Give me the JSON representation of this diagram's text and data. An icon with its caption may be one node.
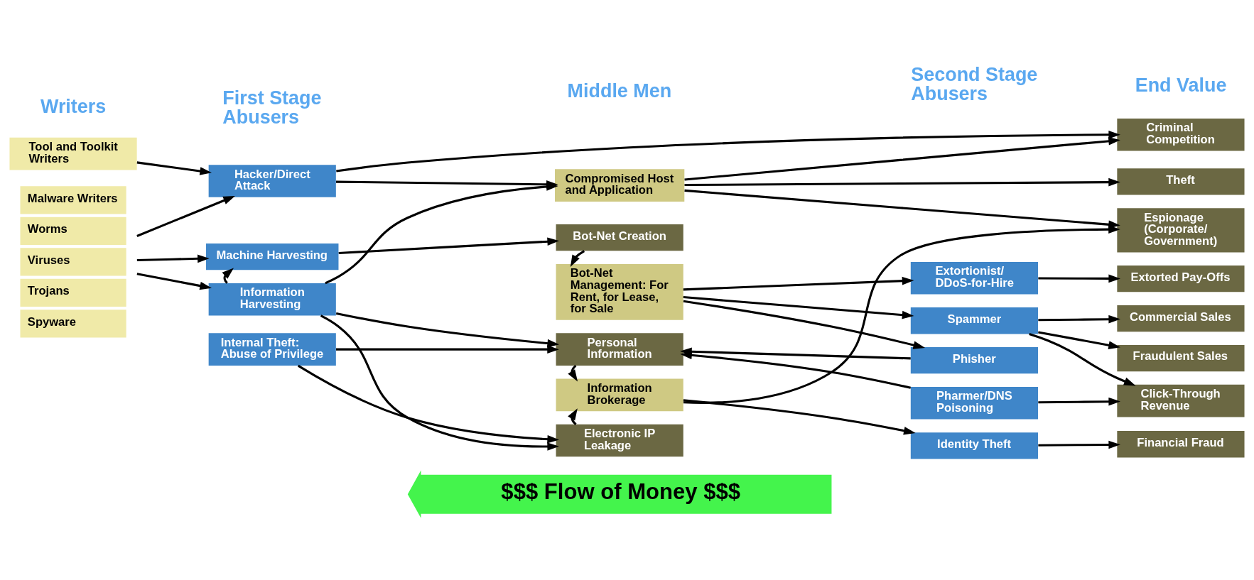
{
  "diagram": {
    "nodes": [
      {
        "text": [
          "Tool and Toolkit Writers"
        ]
      },
      {
        "text": [
          "Malware Writers",
          "Worms",
          "Viruses",
          "Trojans",
          "Spyware"
        ]
      },
      {
        "text": [
          "Hacker/Direct Attack"
        ]
      },
      {
        "text": [
          "Machine Harvesting"
        ]
      },
      {
        "text": [
          "Information Harvesting"
        ]
      },
      {
        "text": [
          "Internal Theft: Abuse of Privilege"
        ]
      },
      {
        "text": [
          "Compromised Host and Application"
        ]
      },
      {
        "text": [
          "Bot-Net Creation"
        ]
      },
      {
        "text": [
          "Bot-Net Management: For Rent, for Lease, for Sale"
        ]
      },
      {
        "text": [
          "Personal Information"
        ]
      },
      {
        "text": [
          "Information Brokerage"
        ]
      },
      {
        "text": [
          "Electronic IP Leakage"
        ]
      },
      {
        "text": [
          "Extortionist/ DDoS-for-Hire"
        ]
      },
      {
        "text": [
          "Spammer"
        ]
      },
      {
        "text": [
          "Phisher"
        ]
      },
      {
        "text": [
          "Pharmer/DNS Poisoning"
        ]
      },
      {
        "text": [
          "Identity Theft"
        ]
      },
      {
        "text": [
          "Criminal Competition"
        ]
      },
      {
        "text": [
          "Theft"
        ]
      },
      {
        "text": [
          "Espionage (Corporate/ Government)"
        ]
      },
      {
        "text": [
          "Extorted Pay-Offs"
        ]
      },
      {
        "text": [
          "Commercial Sales"
        ]
      },
      {
        "text": [
          "Fraudulent Sales"
        ]
      },
      {
        "text": [
          "Click-Through Revenue"
        ]
      },
      {
        "text": [
          "Financial Fraud"
        ]
      },
      {
        "text": [
          "$$$ Flow of Money $$$"
        ]
      }
    ],
    "edges": [
      {
        "from": 0,
        "to": 2,
        "arrow": "to"
      },
      {
        "from": 1,
        "to": 2,
        "arrow": "to"
      },
      {
        "from": 1,
        "to": 3,
        "arrow": "to"
      },
      {
        "from": 1,
        "to": 4,
        "arrow": "to"
      },
      {
        "from": 2,
        "to": 17,
        "arrow": "to"
      },
      {
        "from": 2,
        "to": 6,
        "arrow": "to"
      },
      {
        "from": 6,
        "to": 17,
        "arrow": "to"
      },
      {
        "from": 6,
        "to": 18,
        "arrow": "to"
      },
      {
        "from": 6,
        "to": 19,
        "arrow": "to"
      },
      {
        "from": 3,
        "to": 7,
        "arrow": "to"
      },
      {
        "from": 4,
        "to": 3,
        "arrow": "to"
      },
      {
        "from": 4,
        "to": 6,
        "arrow": "to"
      },
      {
        "from": 4,
        "to": 9,
        "arrow": "to"
      },
      {
        "from": 4,
        "to": 11,
        "arrow": "to"
      },
      {
        "from": 5,
        "to": 9,
        "arrow": "to"
      },
      {
        "from": 5,
        "to": 11,
        "arrow": "to"
      },
      {
        "from": 7,
        "to": 8,
        "arrow": "to"
      },
      {
        "from": 8,
        "to": 12,
        "arrow": "to"
      },
      {
        "from": 8,
        "to": 13,
        "arrow": "to"
      },
      {
        "from": 8,
        "to": 14,
        "arrow": "to"
      },
      {
        "from": 14,
        "to": 9,
        "arrow": "to"
      },
      {
        "from": 15,
        "to": 9,
        "arrow": "to"
      },
      {
        "from": 9,
        "to": 10,
        "arrow": "to"
      },
      {
        "from": 11,
        "to": 10,
        "arrow": "to"
      },
      {
        "from": 10,
        "to": 19,
        "arrow": "to"
      },
      {
        "from": 10,
        "to": 16,
        "arrow": "to"
      },
      {
        "from": 12,
        "to": 20,
        "arrow": "to"
      },
      {
        "from": 13,
        "to": 21,
        "arrow": "to"
      },
      {
        "from": 13,
        "to": 22,
        "arrow": "to"
      },
      {
        "from": 13,
        "to": 23,
        "arrow": "to"
      },
      {
        "from": 15,
        "to": 23,
        "arrow": "to"
      },
      {
        "from": 16,
        "to": 24,
        "arrow": "to"
      }
    ],
    "labels": [
      "Writers",
      "First Stage Abusers",
      "Middle Men",
      "Second Stage Abusers",
      "End Value"
    ]
  }
}
